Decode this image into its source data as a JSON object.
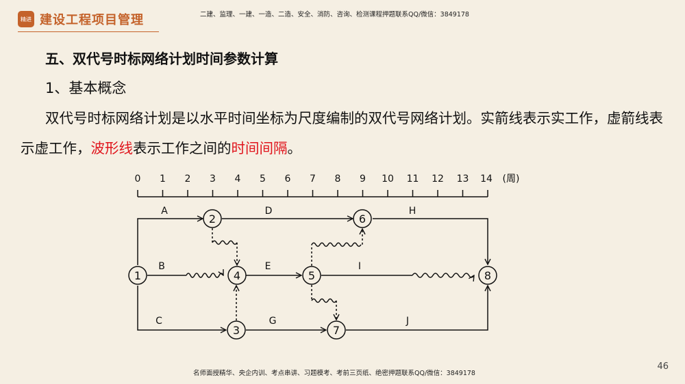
{
  "header": {
    "logo_text": "精进",
    "title": "建设工程项目管理",
    "note": "二建、监理、一建、一造、二造、安全、消防、咨询、检测课程押题联系QQ/微信：3849178"
  },
  "content": {
    "heading": "五、双代号时标网络计划时间参数计算",
    "subheading": "1、基本概念",
    "para_part1": "双代号时标网络计划是以水平时间坐标为尺度编制的双代号网络计划。实箭线表示实工作，虚箭线表示虚工作，",
    "para_red1": "波形线",
    "para_part2": "表示工作之间的",
    "para_red2": "时间间隔",
    "para_end": "。"
  },
  "diagram": {
    "time_scale": [
      "0",
      "1",
      "2",
      "3",
      "4",
      "5",
      "6",
      "7",
      "8",
      "9",
      "10",
      "11",
      "12",
      "13",
      "14"
    ],
    "time_unit": "(周)",
    "nodes": [
      "1",
      "2",
      "4",
      "3",
      "5",
      "6",
      "7",
      "8"
    ],
    "activities": [
      "A",
      "B",
      "C",
      "D",
      "E",
      "G",
      "H",
      "I",
      "J"
    ]
  },
  "footer": {
    "note": "名师面授精华、央企内训、考点串讲、习题模考、考前三页纸、绝密押题联系QQ/微信：3849178",
    "page": "46"
  }
}
